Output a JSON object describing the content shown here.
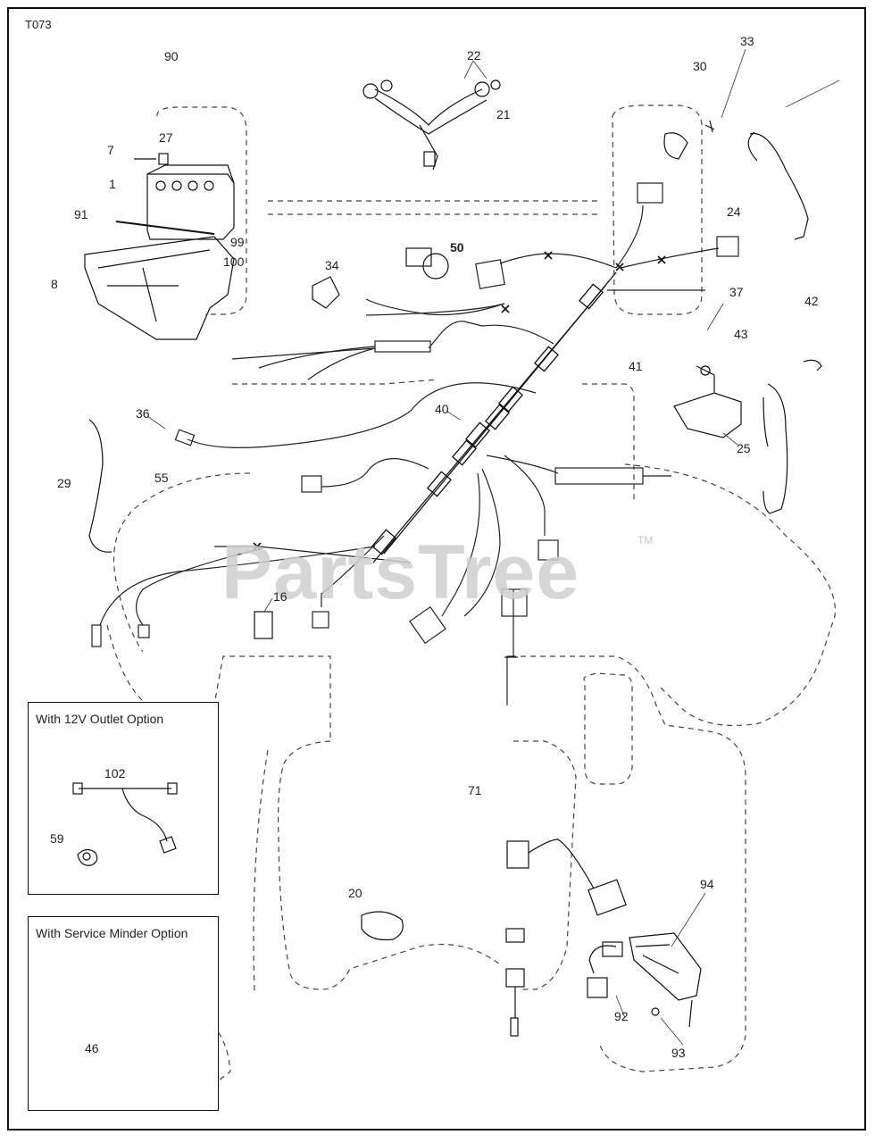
{
  "diagram_code": "T073",
  "watermark": "PartsTree",
  "watermark_mark": "TM",
  "option_boxes": [
    {
      "title": "With 12V Outlet Option"
    },
    {
      "title": "With Service Minder Option"
    }
  ],
  "part_labels": {
    "p90": "90",
    "p22": "22",
    "p21": "21",
    "p30": "30",
    "p33": "33",
    "p7": "7",
    "p27a": "27",
    "p1": "1",
    "p24": "24",
    "p91": "91",
    "p99": "99",
    "p100": "100",
    "p8": "8",
    "p50": "50",
    "p34": "34",
    "p37": "37",
    "p42": "42",
    "p43": "43",
    "p41": "41",
    "p36": "36",
    "p40": "40",
    "p25": "25",
    "p29": "29",
    "p55": "55",
    "p16": "16",
    "p71": "71",
    "p94": "94",
    "p92": "92",
    "p93": "93",
    "p102": "102",
    "p59": "59",
    "p20": "20",
    "p46": "46"
  }
}
